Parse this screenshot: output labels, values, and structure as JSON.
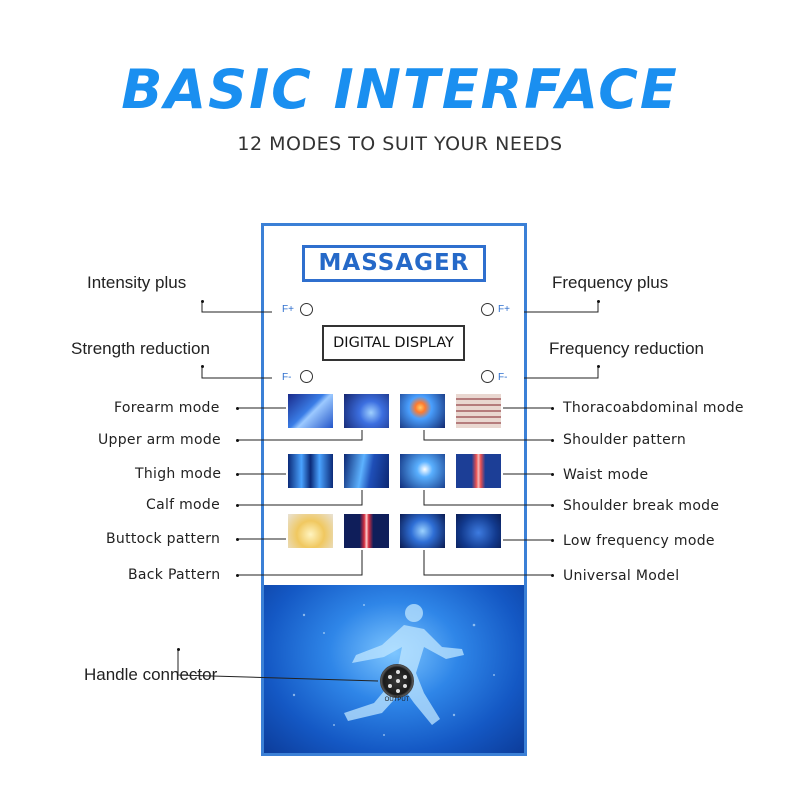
{
  "header": {
    "title": "BASIC INTERFACE",
    "subtitle": "12 MODES TO SUIT YOUR NEEDS"
  },
  "device": {
    "brand": "MASSAGER",
    "display": "DIGITAL DISPLAY",
    "knobs": {
      "intensity_plus": "F+",
      "frequency_plus": "F+",
      "strength_reduction": "F-",
      "frequency_reduction": "F-"
    },
    "output_label": "OUTPUT"
  },
  "callouts": {
    "intensity_plus": "Intensity plus",
    "frequency_plus": "Frequency plus",
    "strength_reduction": "Strength reduction",
    "frequency_reduction": "Frequency reduction",
    "handle_connector": "Handle connector"
  },
  "modes": {
    "forearm": "Forearm mode",
    "upper_arm": "Upper arm mode",
    "thigh": "Thigh mode",
    "calf": "Calf mode",
    "buttock": "Buttock pattern",
    "back": "Back Pattern",
    "thoracoabdominal": "Thoracoabdominal mode",
    "shoulder": "Shoulder pattern",
    "waist": "Waist mode",
    "shoulder_break": "Shoulder break mode",
    "low_frequency": "Low frequency mode",
    "universal": "Universal Model"
  },
  "colors": {
    "accent_blue": "#1a8ff0",
    "panel_border": "#3b80d6",
    "brand_blue": "#2569c8"
  }
}
